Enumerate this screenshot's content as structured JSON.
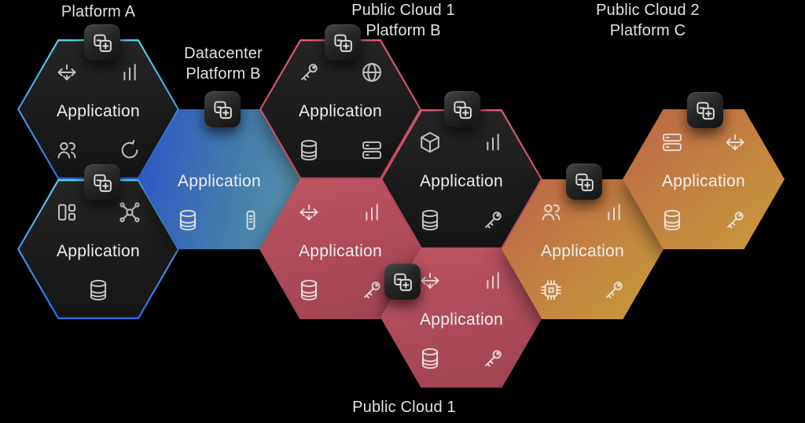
{
  "labels": {
    "platform_a": {
      "line1": "Platform A"
    },
    "datacenter_platform_b": {
      "line1": "Datacenter",
      "line2": "Platform B"
    },
    "public_cloud_1_platform_b": {
      "line1": "Public Cloud 1",
      "line2": "Platform B"
    },
    "public_cloud_2_platform_c": {
      "line1": "Public Cloud 2",
      "line2": "Platform C"
    },
    "public_cloud_1": {
      "line1": "Public Cloud 1"
    }
  },
  "hexagons": [
    {
      "label": "Application",
      "zone": "Platform A",
      "style": "dark-blue-outline",
      "icons": [
        "move",
        "bar-chart",
        "users",
        "restart"
      ]
    },
    {
      "label": "Application",
      "zone": "Platform A",
      "style": "dark-blue-outline",
      "icons": [
        "layout",
        "network",
        "database"
      ]
    },
    {
      "label": "Application",
      "zone": "Datacenter Platform B",
      "style": "blue-fill",
      "icons": [
        "database",
        "server"
      ]
    },
    {
      "label": "Application",
      "zone": "Public Cloud 1 Platform B",
      "style": "dark-pink-outline",
      "icons": [
        "key",
        "globe",
        "database",
        "server-stack"
      ]
    },
    {
      "label": "Application",
      "zone": "Public Cloud 1 Platform B",
      "style": "dark-pink-outline",
      "icons": [
        "package",
        "bar-chart",
        "database",
        "key"
      ]
    },
    {
      "label": "Application",
      "zone": "Public Cloud 1",
      "style": "pink-fill",
      "icons": [
        "move",
        "bar-chart",
        "database",
        "key"
      ]
    },
    {
      "label": "Application",
      "zone": "Public Cloud 1",
      "style": "pink-fill",
      "icons": [
        "move",
        "bar-chart",
        "database",
        "key"
      ]
    },
    {
      "label": "Application",
      "zone": "Public Cloud 2 Platform C",
      "style": "orange-fill",
      "icons": [
        "users",
        "bar-chart",
        "chip",
        "key"
      ]
    },
    {
      "label": "Application",
      "zone": "Public Cloud 2 Platform C",
      "style": "orange-fill",
      "icons": [
        "server-stack",
        "move",
        "database",
        "key"
      ]
    }
  ],
  "badge": {
    "icon": "clone-plus",
    "count": 8
  },
  "colors": {
    "background": "#000000",
    "outline_blue_top": "#58d0e6",
    "outline_blue_bottom": "#2f6ae8",
    "outline_pink": "#e0586f",
    "fill_blue_start": "#2d53c6",
    "fill_blue_end": "#5b97ab",
    "fill_pink_start": "#bd5464",
    "fill_pink_end": "#9f4251",
    "fill_orange_start": "#bd6546",
    "fill_orange_end": "#c89c3b",
    "dark_hex_fill": "#1e1e1e",
    "icon_color": "#c2c2c2",
    "text_color": "#e8e8e8"
  }
}
